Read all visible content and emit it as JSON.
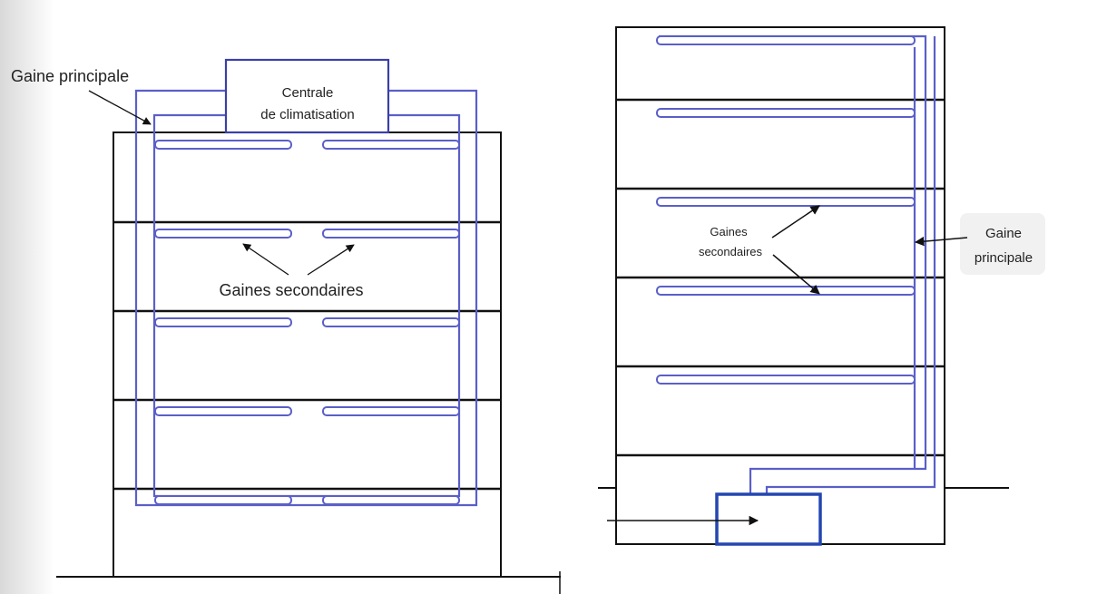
{
  "left_diagram": {
    "unit_label": [
      "Centrale",
      "de climatisation"
    ],
    "main_duct_label": "Gaine principale",
    "secondary_ducts_label": "Gaines secondaires"
  },
  "right_diagram": {
    "secondary_ducts_label": [
      "Gaines",
      "secondaires"
    ],
    "main_duct_label": [
      "Gaine",
      "principale"
    ]
  },
  "colors": {
    "duct": "#5a5fc8",
    "structure": "#111111",
    "unit_box": "#2447b0",
    "arrow": "#111111"
  }
}
